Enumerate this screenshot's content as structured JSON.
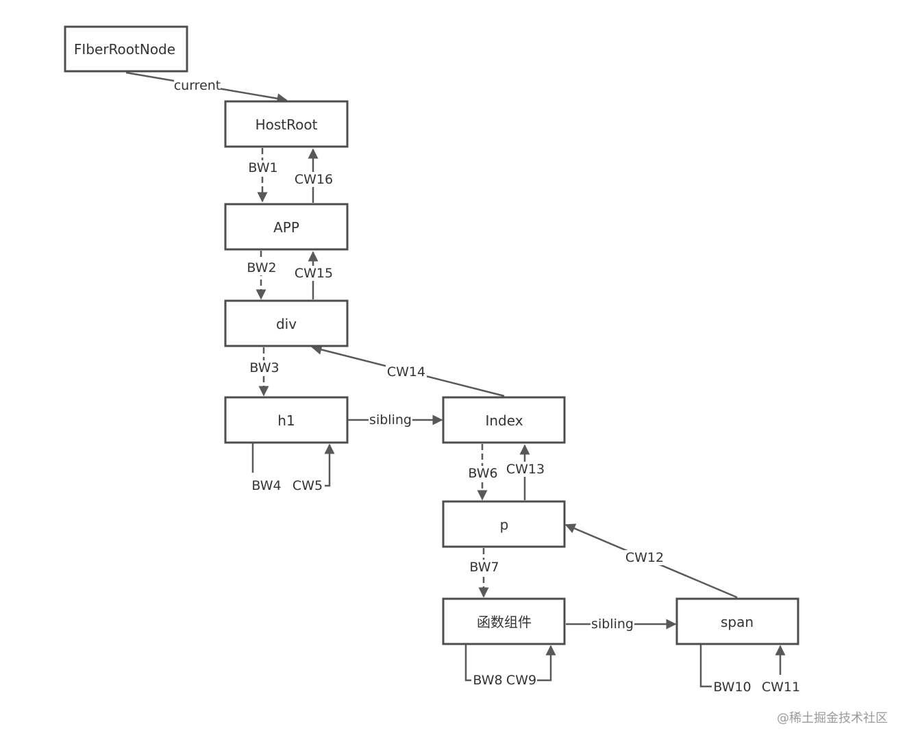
{
  "nodes": {
    "fiber_root": "FIberRootNode",
    "host_root": "HostRoot",
    "app": "APP",
    "div": "div",
    "h1": "h1",
    "index": "Index",
    "p": "p",
    "func_comp": "函数组件",
    "span": "span"
  },
  "edges": {
    "current": "current",
    "bw1": "BW1",
    "cw16": "CW16",
    "bw2": "BW2",
    "cw15": "CW15",
    "bw3": "BW3",
    "cw14": "CW14",
    "sibling_h1_index": "sibling",
    "bw4": "BW4",
    "cw5": "CW5",
    "bw6": "BW6",
    "cw13": "CW13",
    "bw7": "BW7",
    "cw12": "CW12",
    "sibling_func_span": "sibling",
    "bw8": "BW8",
    "cw9": "CW9",
    "bw10": "BW10",
    "cw11": "CW11"
  },
  "watermark": "@稀土掘金技术社区"
}
